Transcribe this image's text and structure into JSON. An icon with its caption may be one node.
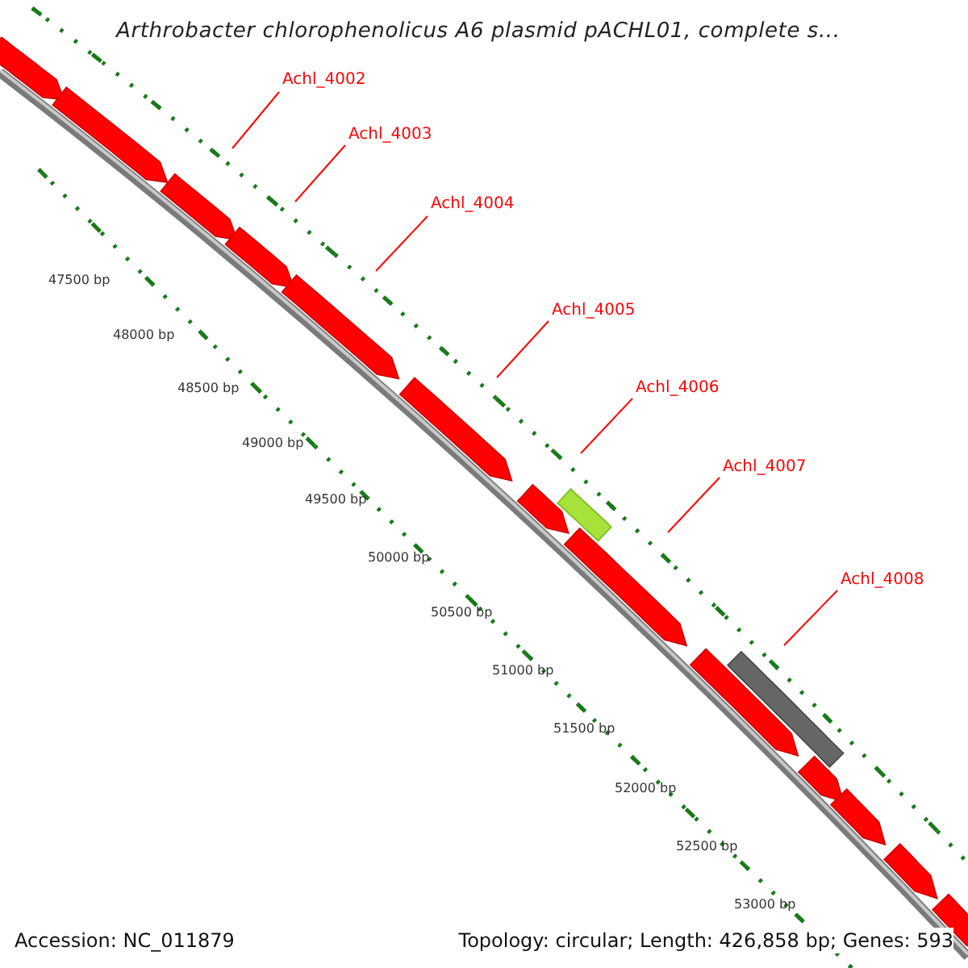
{
  "diagram": {
    "title": "Arthrobacter chlorophenolicus A6 plasmid pACHL01, complete s...",
    "nodes": [
      {
        "text": [
          "Achl_4002"
        ]
      },
      {
        "text": [
          "Achl_4003"
        ]
      },
      {
        "text": [
          "Achl_4004"
        ]
      },
      {
        "text": [
          "Achl_4005"
        ]
      },
      {
        "text": [
          "Achl_4006"
        ]
      },
      {
        "text": [
          "Achl_4007"
        ]
      },
      {
        "text": [
          "Achl_4008"
        ]
      }
    ],
    "edges": [
      {
        "from": 0,
        "to": null,
        "arrow": "none"
      },
      {
        "from": 1,
        "to": null,
        "arrow": "none"
      },
      {
        "from": 2,
        "to": null,
        "arrow": "none"
      },
      {
        "from": 3,
        "to": null,
        "arrow": "none"
      },
      {
        "from": 4,
        "to": null,
        "arrow": "none"
      },
      {
        "from": 5,
        "to": null,
        "arrow": "none"
      },
      {
        "from": 6,
        "to": null,
        "arrow": "none"
      }
    ],
    "labels": [
      "47500 bp",
      "48000 bp",
      "48500 bp",
      "49000 bp",
      "49500 bp",
      "50000 bp",
      "50500 bp",
      "51000 bp",
      "51500 bp",
      "52000 bp",
      "52500 bp",
      "53000 bp",
      "Accession: NC_011879",
      "Topology: circular; Length: 426,858 bp; Genes: 593"
    ]
  }
}
